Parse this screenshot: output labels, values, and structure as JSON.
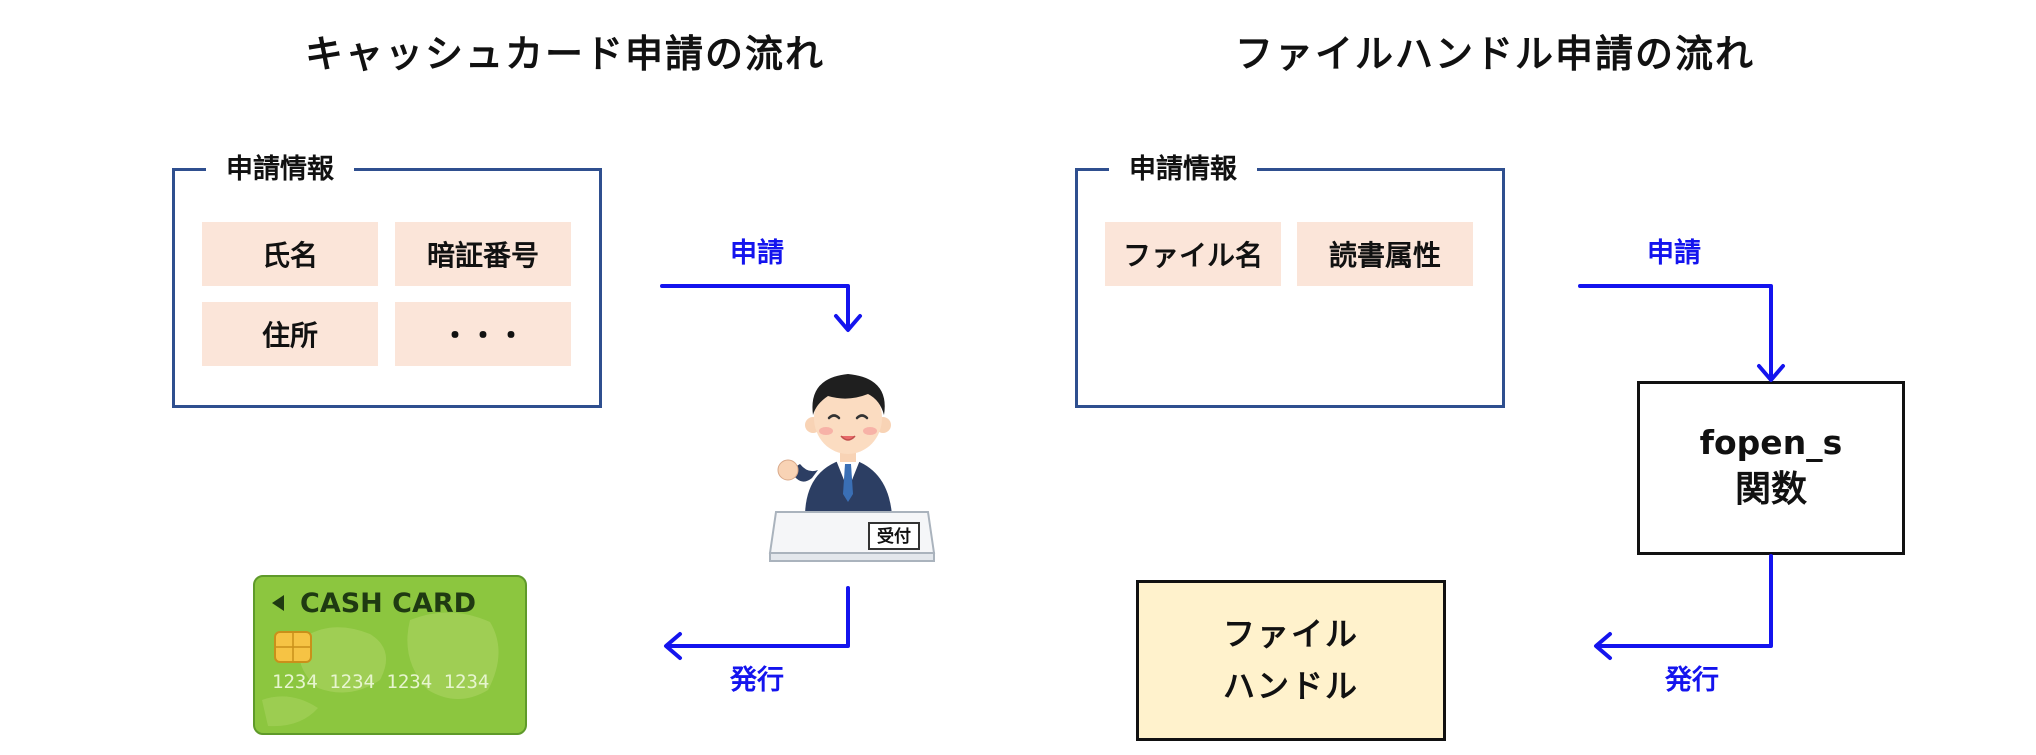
{
  "left": {
    "title": "キャッシュカード申請の流れ",
    "panel_label": "申請情報",
    "cells": [
      "氏名",
      "暗証番号",
      "住所",
      "・・・"
    ],
    "apply_label": "申請",
    "issue_label": "発行",
    "desk_sign": "受付",
    "card": {
      "title": "CASH CARD",
      "number": "1234 1234 1234 1234"
    }
  },
  "right": {
    "title": "ファイルハンドル申請の流れ",
    "panel_label": "申請情報",
    "cells": [
      "ファイル名",
      "読書属性"
    ],
    "apply_label": "申請",
    "issue_label": "発行",
    "function_box": {
      "line1": "fopen_s",
      "line2": "関数"
    },
    "handle_box": {
      "line1": "ファイル",
      "line2": "ハンドル"
    }
  },
  "colors": {
    "arrow": "#1414ee",
    "panel_border": "#2f4f8f",
    "cell_fill": "#fbe5d9",
    "handle_fill": "#fff2cc",
    "card_green": "#8cc63f"
  }
}
